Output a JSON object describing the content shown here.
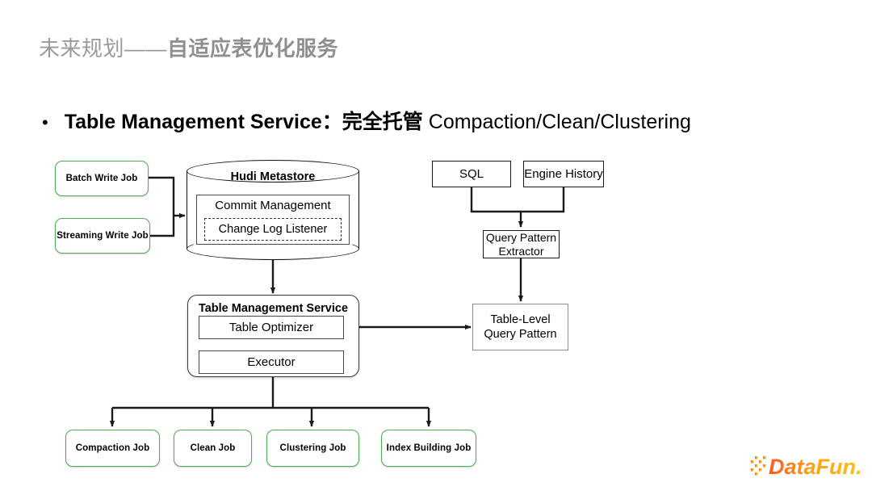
{
  "slide": {
    "title_light": "未来规划——",
    "title_bold": "自适应表优化服务",
    "bullet_marker": "•",
    "bullet_strong": "Table Management Service：完全托管",
    "bullet_normal": " Compaction/Clean/Clustering"
  },
  "diagram": {
    "write_jobs": [
      {
        "label": "Batch Write Job"
      },
      {
        "label": "Streaming Write Job"
      }
    ],
    "metastore": {
      "title": "Hudi Metastore",
      "commit_management": "Commit Management",
      "change_log_listener": "Change Log Listener"
    },
    "query_side": {
      "sql": "SQL",
      "engine_history": "Engine History",
      "query_pattern_extractor": "Query Pattern Extractor",
      "query_pattern_extractor_line1": "Query Pattern",
      "query_pattern_extractor_line2": "Extractor",
      "table_level_query_pattern_line1": "Table-Level",
      "table_level_query_pattern_line2": "Query Pattern"
    },
    "table_management_service": {
      "title": "Table Management Service",
      "table_optimizer": "Table Optimizer",
      "executor": "Executor"
    },
    "jobs": [
      {
        "label": "Compaction Job"
      },
      {
        "label": "Clean Job"
      },
      {
        "label": "Clustering Job"
      },
      {
        "label": "Index Building Job"
      }
    ]
  },
  "branding": {
    "logo_text": "DataFun.",
    "logo_color_start": "#ff5a1f",
    "logo_color_end": "#ffc20e"
  },
  "colors": {
    "title_gray": "#9a9a9a",
    "green_border": "#4caf50",
    "black_border": "#1a1a1a",
    "gray_border": "#8d8d8d"
  }
}
